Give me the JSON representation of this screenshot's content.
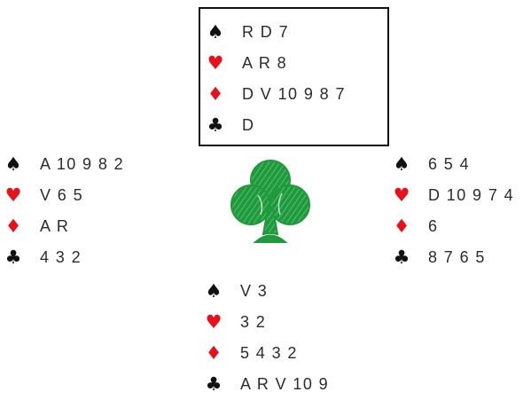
{
  "colors": {
    "red_suit": "#e8101a",
    "black_suit": "#111111",
    "logo_green": "#1f9a3c"
  },
  "icons": {
    "spades": "♠",
    "hearts": "♥",
    "diamonds": "♦",
    "clubs": "♣",
    "logo": "club-logo"
  },
  "north": {
    "spades": "R D 7",
    "hearts": "A R 8",
    "diamonds": "D V 10 9 8 7",
    "clubs": "D"
  },
  "west": {
    "spades": "A 10 9 8 2",
    "hearts": "V 6 5",
    "diamonds": "A R",
    "clubs": "4 3 2"
  },
  "east": {
    "spades": "6 5 4",
    "hearts": "D 10 9 7 4",
    "diamonds": "6",
    "clubs": "8 7 6 5"
  },
  "south": {
    "spades": "V 3",
    "hearts": "3 2",
    "diamonds": "5 4 3 2",
    "clubs": "A R V 10 9"
  }
}
